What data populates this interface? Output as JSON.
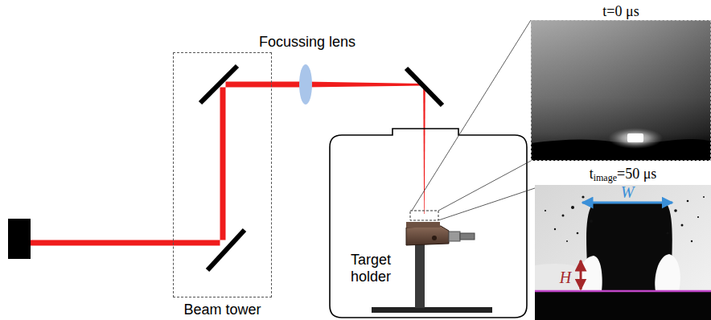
{
  "diagram": {
    "nodes": [
      {
        "text": [
          "Beam tower"
        ]
      },
      {
        "text": [
          "t=0 μs"
        ]
      },
      {
        "text": [
          "t",
          "image",
          "=50 μs"
        ]
      }
    ],
    "labels": [
      "Focussing lens",
      "Target holder",
      "W",
      "H"
    ]
  }
}
